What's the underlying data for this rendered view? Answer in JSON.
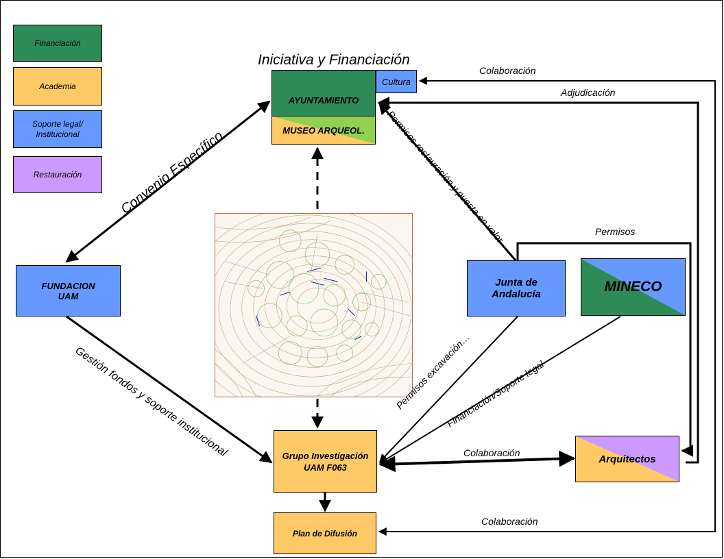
{
  "legend": [
    {
      "label": "Financiación",
      "color": "#2e8b57"
    },
    {
      "label": "Academia",
      "color": "#ffc966"
    },
    {
      "label": "Soporte legal/ Institucional",
      "color": "#6699ff"
    },
    {
      "label": "Restauración",
      "color": "#cc99ff"
    }
  ],
  "title": "Iniciativa y Financiación",
  "nodes": {
    "ayuntamiento": "AYUNTAMIENTO",
    "cultura": "Cultura",
    "museo": "MUSEO ARQUEOL.",
    "fundacion": "FUNDACION UAM",
    "junta": "Junta de Andalucía",
    "mineco": "MINECO",
    "grupo": "Grupo Investigación UAM F063",
    "plan": "Plan de Difusión",
    "arquitectos": "Arquitectos"
  },
  "edges": {
    "convenio": "Convenio Específico",
    "gestion": "Gestión fondos y soporte institucional",
    "permisos_restauracion": "Permisos restauración y puesta en valor",
    "permisos_excavacion": "Permisos excavación…",
    "financiacion_soporte": "Financiación/Soporte legal",
    "colaboracion_top": "Colaboración",
    "adjudicacion": "Adjudicación",
    "permisos": "Permisos",
    "colaboracion_mid": "Colaboración",
    "colaboracion_bottom": "Colaboración"
  },
  "colors": {
    "green": "#2e8b57",
    "light_green": "#92d050",
    "orange": "#ffc966",
    "blue": "#6699ff",
    "violet": "#cc99ff",
    "map_line": "#c9a27a",
    "map_circle": "#8fc77a"
  }
}
